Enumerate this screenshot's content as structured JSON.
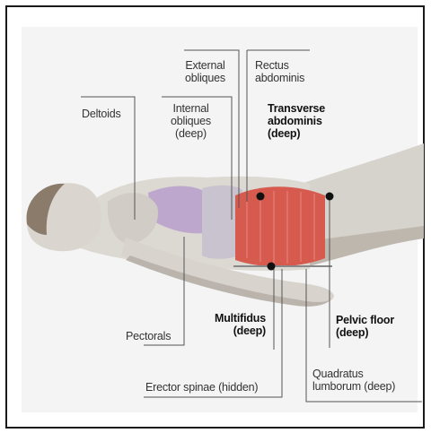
{
  "labels": {
    "external_obliques": [
      "External",
      "obliques"
    ],
    "rectus_abdominis": [
      "Rectus",
      "abdominis"
    ],
    "deltoids": "Deltoids",
    "internal_obliques": [
      "Internal",
      "obliques",
      "(deep)"
    ],
    "transverse_abdominis": [
      "Transverse",
      "abdominis",
      "(deep)"
    ],
    "pectorals": "Pectorals",
    "multifidus": [
      "Multifidus",
      "(deep)"
    ],
    "pelvic_floor": [
      "Pelvic floor",
      "(deep)"
    ],
    "erector_spinae": "Erector spinae (hidden)",
    "quadratus_lumborum": [
      "Quadratus",
      "lumborum (deep)"
    ]
  },
  "colors": {
    "skin": "#d9d6d1",
    "skin_shade": "#bdb8b1",
    "muscle_red": "#d9554a",
    "deltoid_purple": "#b59ac6",
    "leader_line": "#555555",
    "dot": "#111111"
  }
}
